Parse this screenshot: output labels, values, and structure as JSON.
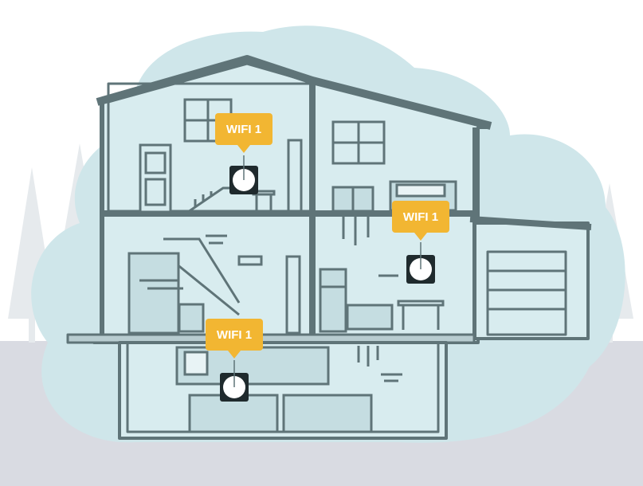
{
  "labels": {
    "upstairs": "WIFI 1",
    "main_floor": "WIFI 1",
    "basement": "WIFI 1"
  },
  "colors": {
    "sky_blob": "#cfe6ea",
    "house_fill": "#d8ecef",
    "outline": "#5f7478",
    "ground": "#d9dbe2",
    "trees": "#e4e8ec",
    "tag": "#f2b632",
    "router_body": "#1f2a2d"
  },
  "icons": {
    "router": "mesh-router-icon",
    "tag": "label-tag-icon"
  }
}
